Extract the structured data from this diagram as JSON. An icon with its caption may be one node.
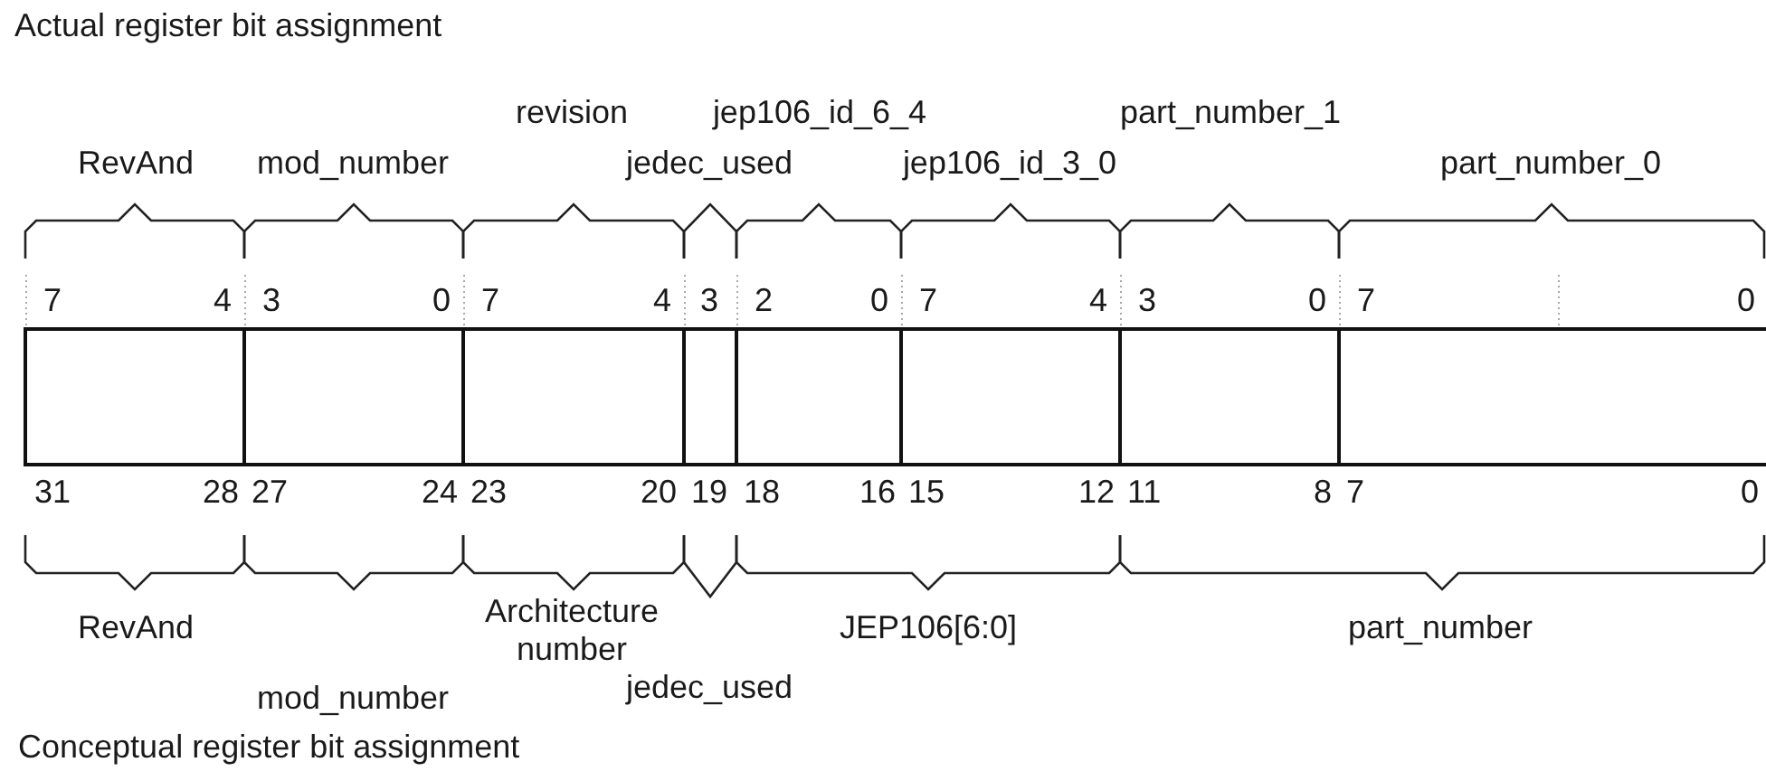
{
  "diagram": {
    "title": "Actual register bit assignment",
    "caption": "Conceptual register bit assignment",
    "nodes": [
      {
        "text": [],
        "shape": "box"
      },
      {
        "text": [],
        "shape": "box"
      },
      {
        "text": [],
        "shape": "box"
      },
      {
        "text": [],
        "shape": "box"
      },
      {
        "text": [],
        "shape": "box"
      },
      {
        "text": [],
        "shape": "box"
      },
      {
        "text": [],
        "shape": "box"
      },
      {
        "text": [],
        "shape": "box"
      }
    ],
    "labels": [
      "revision",
      "jep106_id_6_4",
      "part_number_1",
      "RevAnd",
      "mod_number",
      "jedec_used",
      "jep106_id_3_0",
      "part_number_0",
      "7",
      "4",
      "3",
      "0",
      "7",
      "4",
      "3",
      "2",
      "0",
      "7",
      "4",
      "3",
      "0",
      "7",
      "0",
      "31",
      "28",
      "27",
      "24",
      "23",
      "20",
      "19",
      "18",
      "16",
      "15",
      "12",
      "11",
      "8",
      "7",
      "0",
      "RevAnd",
      "Architecture number",
      "JEP106[6:0]",
      "part_number",
      "mod_number",
      "jedec_used"
    ]
  }
}
